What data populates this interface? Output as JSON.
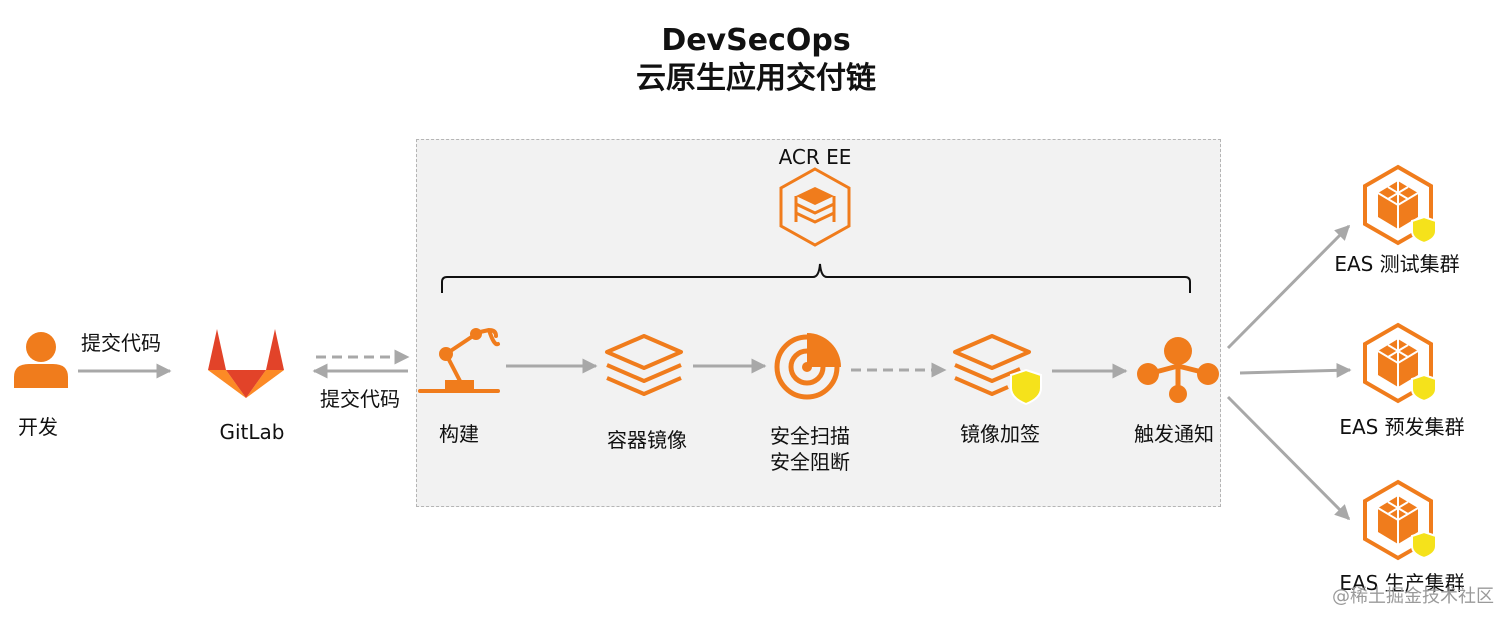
{
  "title": {
    "line1": "DevSecOps",
    "line2": "云原生应用交付链"
  },
  "acr": {
    "label": "ACR EE"
  },
  "developer": {
    "label": "开发",
    "arrow_label": "提交代码"
  },
  "gitlab": {
    "label": "GitLab",
    "arrow_label": "提交代码"
  },
  "pipeline": [
    {
      "label": "构建"
    },
    {
      "label": "容器镜像"
    },
    {
      "label": "安全扫描",
      "label2": "安全阻断"
    },
    {
      "label": "镜像加签"
    },
    {
      "label": "触发通知"
    }
  ],
  "clusters": [
    {
      "label": "EAS 测试集群"
    },
    {
      "label": "EAS 预发集群"
    },
    {
      "label": "EAS 生产集群"
    }
  ],
  "watermark": "@稀土掘金技术社区",
  "colors": {
    "orange": "#f07c1c",
    "gray_arrow": "#a8a8a8",
    "panel": "#f2f2f2",
    "shield": "#f5e21b"
  }
}
